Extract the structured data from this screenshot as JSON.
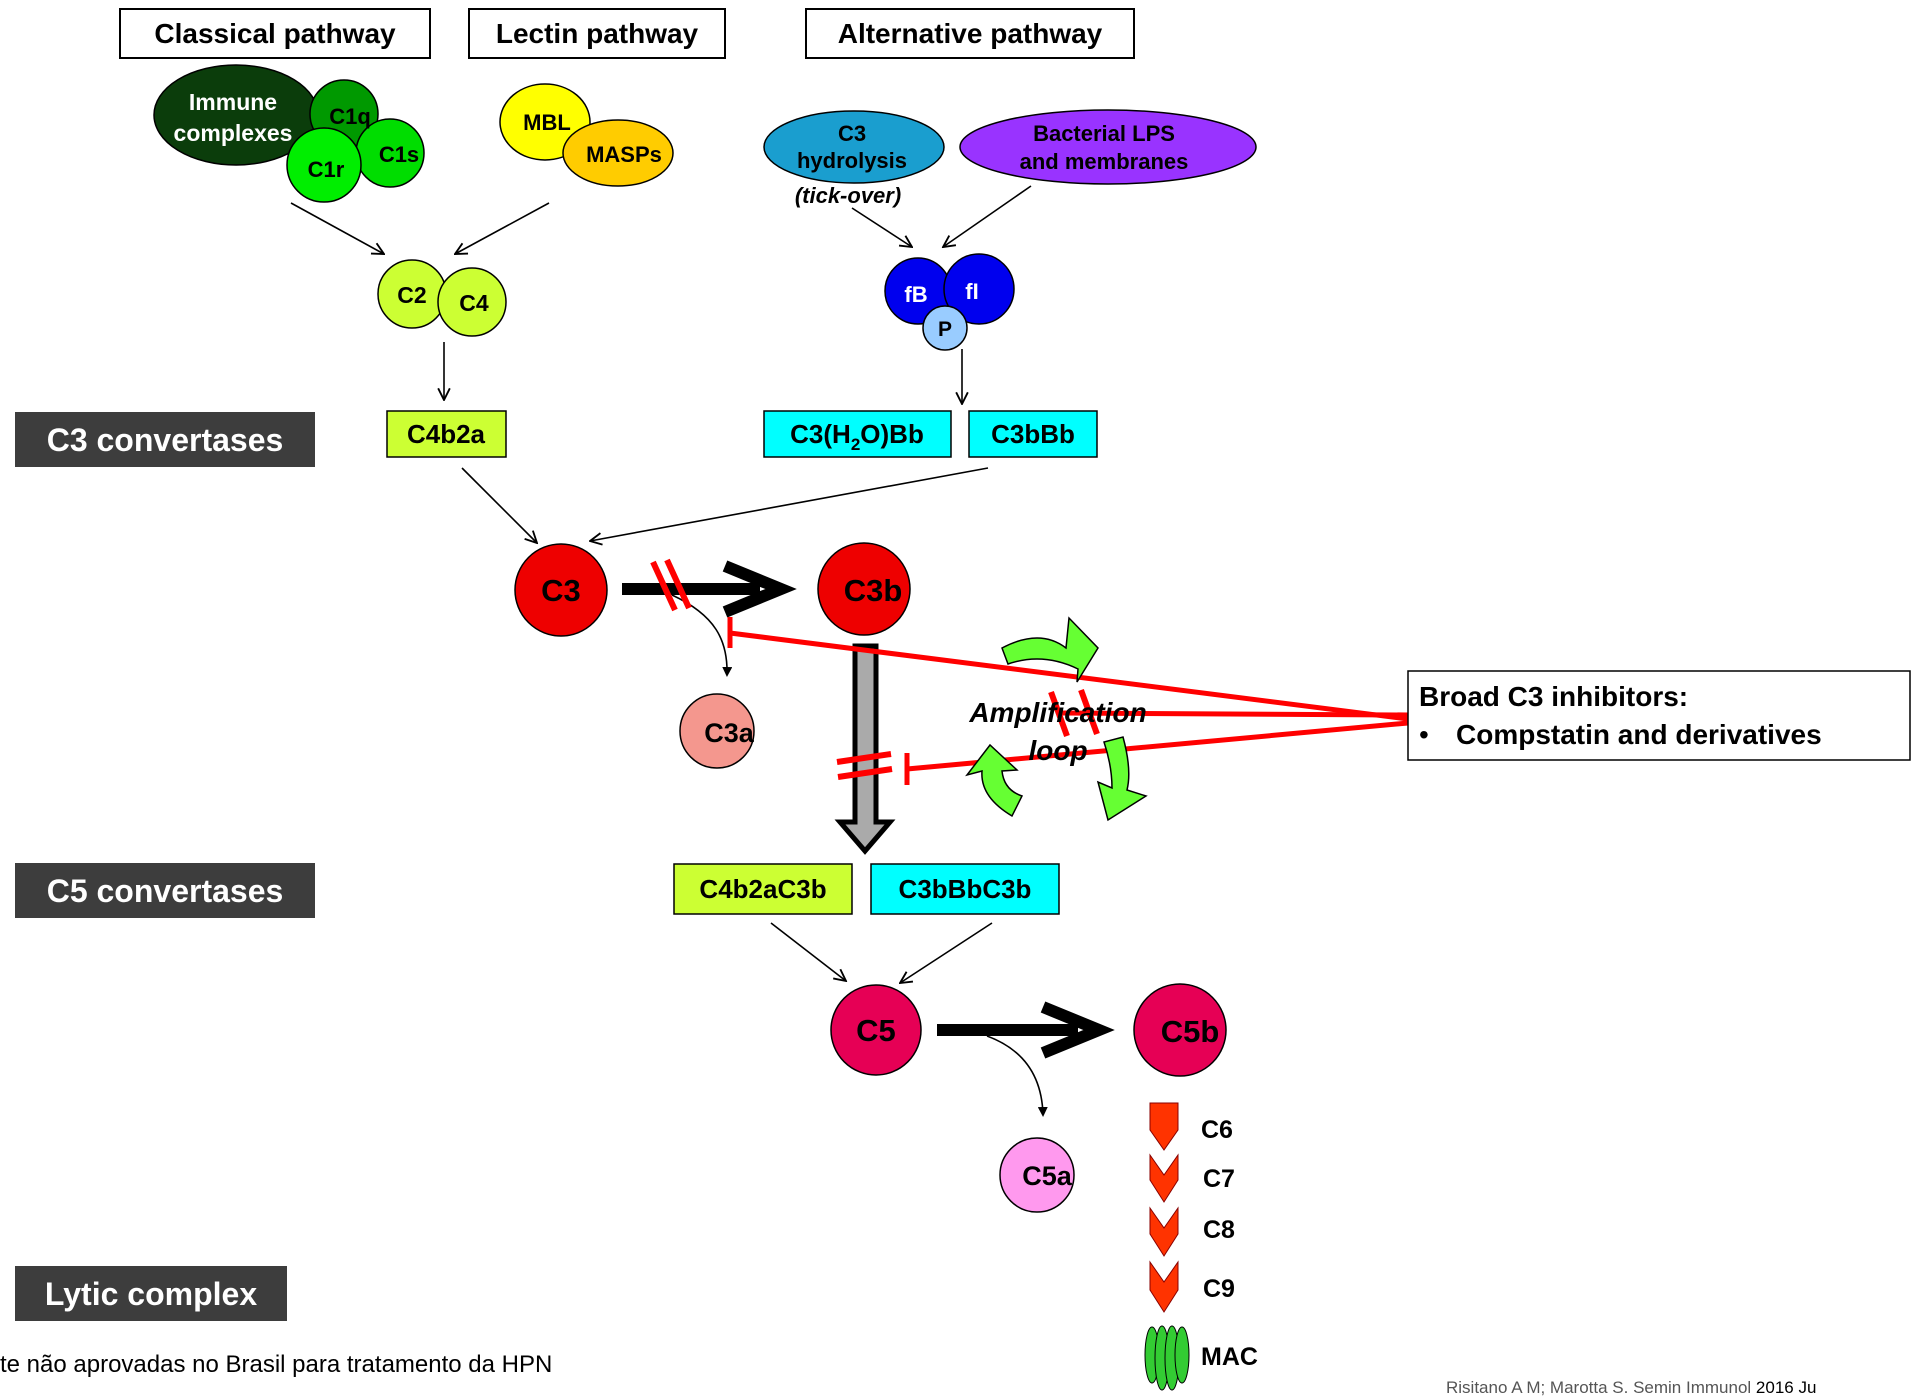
{
  "pathways": {
    "classical": "Classical pathway",
    "lectin": "Lectin pathway",
    "alternative": "Alternative pathway"
  },
  "classical": {
    "immune_l1": "Immune",
    "immune_l2": "complexes",
    "c1q": "C1q",
    "c1r": "C1r",
    "c1s": "C1s"
  },
  "lectin": {
    "mbl": "MBL",
    "masps": "MASPs"
  },
  "alternative": {
    "hydrolysis_l1": "C3",
    "hydrolysis_l2": "hydrolysis",
    "tickover": "(tick-over)",
    "lps_l1": "Bacterial LPS",
    "lps_l2": "and membranes",
    "fb": "fB",
    "fi": "fI",
    "p": "P"
  },
  "c2": "C2",
  "c4": "C4",
  "labels": {
    "c3_convertases": "C3 convertases",
    "c5_convertases": "C5 convertases",
    "lytic_complex": "Lytic complex"
  },
  "convertases": {
    "c4b2a": "C4b2a",
    "c3h2obb_a": "C3(H",
    "c3h2obb_sub": "2",
    "c3h2obb_b": "O)Bb",
    "c3bbb": "C3bBb",
    "c4b2ac3b": "C4b2aC3b",
    "c3bbbc3b": "C3bBbC3b"
  },
  "nodes": {
    "c3": "C3",
    "c3b": "C3b",
    "c3a": "C3a",
    "c5": "C5",
    "c5b": "C5b",
    "c5a": "C5a"
  },
  "amplification": {
    "line1": "Amplification",
    "line2": "loop"
  },
  "inhibitor": {
    "title": "Broad C3 inhibitors:",
    "bullet": "•",
    "item": "Compstatin and derivatives"
  },
  "mac": {
    "c6": "C6",
    "c7": "C7",
    "c8": "C8",
    "c9": "C9",
    "mac": "MAC"
  },
  "footer": {
    "note": "te não aprovadas no Brasil para tratamento da HPN",
    "citation_a": "Risitano A M; Marotta S. Semin Immunol ",
    "citation_b": "2016 Ju"
  },
  "colors": {
    "dark_box": "#3d3d3d",
    "lime": "#ccff33",
    "cyan": "#00ffff",
    "red": "#ee0000",
    "magenta": "#e60055",
    "green_arrow": "#66ff33",
    "inhibitor_red": "#ff0000"
  }
}
